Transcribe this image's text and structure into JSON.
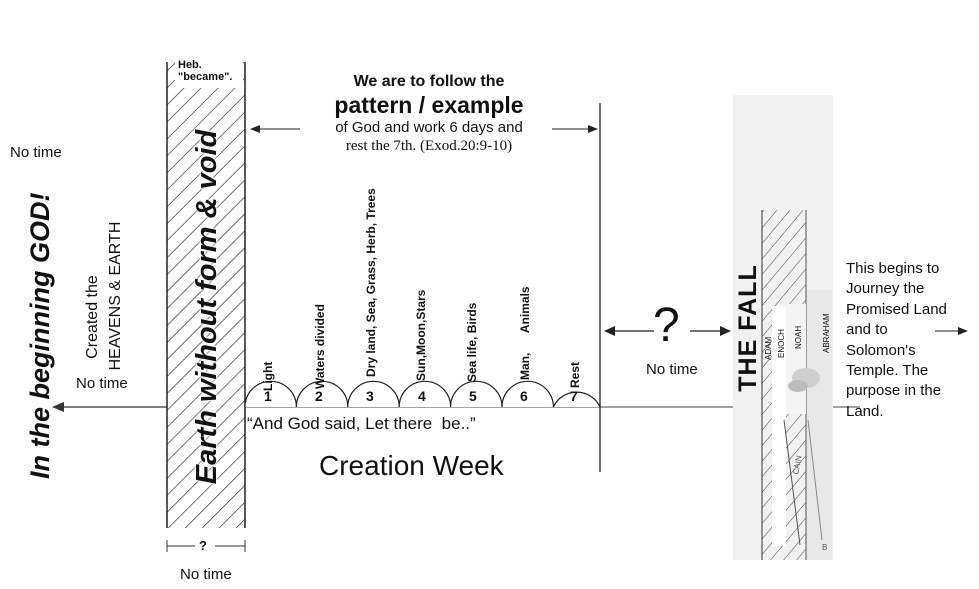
{
  "left": {
    "title": "In the beginning GOD!",
    "created_line1": "Created the",
    "created_line2": "HEAVENS & EARTH",
    "no_time_top": "No time",
    "no_time_mid": "No time"
  },
  "gap": {
    "heb_line1": "Heb.",
    "heb_line2": "\"became\".",
    "vertical_text": "Earth without form & void",
    "span_label": "?",
    "no_time_bottom": "No time"
  },
  "header": {
    "line1": "We are to follow the",
    "line2": "pattern / example",
    "line3": "of God and work 6 days and",
    "line4": "rest the 7th. (Exod.20:9-10)"
  },
  "days": [
    {
      "num": "1",
      "label": "Light"
    },
    {
      "num": "2",
      "label": "Waters divided"
    },
    {
      "num": "3",
      "label": "Dry  land, Sea, Grass, Herb, Trees"
    },
    {
      "num": "4",
      "label": "Sun,Moon,Stars"
    },
    {
      "num": "5",
      "label": "Sea life, Birds"
    },
    {
      "num": "6",
      "label": "Man,      Animals"
    },
    {
      "num": "7",
      "label": "Rest"
    }
  ],
  "quote": "“And God said, Let there  be..”",
  "creation_week": "Creation Week",
  "question": {
    "mark": "?",
    "no_time": "No time"
  },
  "fall": {
    "title": "THE FALL",
    "names": [
      "ADAM",
      "ENOCH",
      "NOAH",
      "ABRAHAM"
    ],
    "cain": "CAIN",
    "b": "B"
  },
  "right_text": [
    "This begins to",
    "Journey the",
    "Promised Land",
    "and to",
    "Solomon's",
    "Temple. The",
    "purpose in the",
    "Land."
  ]
}
